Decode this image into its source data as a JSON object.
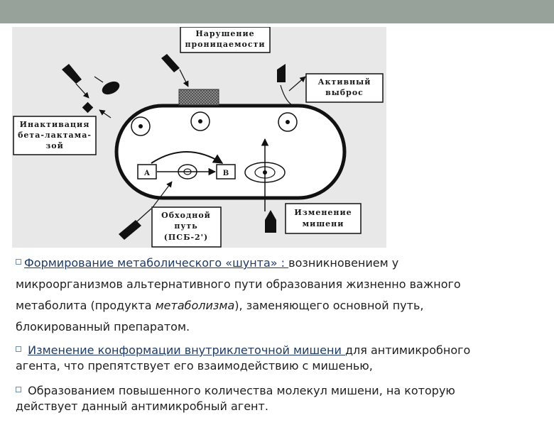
{
  "diagram": {
    "labels": {
      "permeability": [
        "Нарушение",
        "проницаемости"
      ],
      "efflux": [
        "Активный",
        "выброс"
      ],
      "inactivation": [
        "Инактивация",
        "бета-лактама-",
        "зой"
      ],
      "bypass": [
        "Обходной",
        "путь",
        "(ПСБ-2')"
      ],
      "target_change": [
        "Изменение",
        "мишени"
      ],
      "node_a": "А",
      "node_b": "В"
    }
  },
  "text": {
    "p1": {
      "link": "Формирование метаболического «шунта» : ",
      "before_italic": "возникновением у микроорганизмов альтернативного пути образования жизненно важного метаболита (продукта ",
      "italic": "метаболизма",
      "after_italic": "), заменяющего основной путь, блокированный препаратом."
    },
    "p2": {
      "link": "Изменение конформации внутриклеточной мишени ",
      "rest": "для антимикробного агента, что препятствует его взаимодействию с мишенью,"
    },
    "p3": {
      "rest": "Образованием повышенного количества молекул мишени, на которую действует данный антимикробный агент."
    }
  },
  "colors": {
    "top_bar": "#97a39a",
    "diagram_background": "#e8e8e8",
    "link": "#1f3b66",
    "bullet_border": "#6f8fae"
  }
}
